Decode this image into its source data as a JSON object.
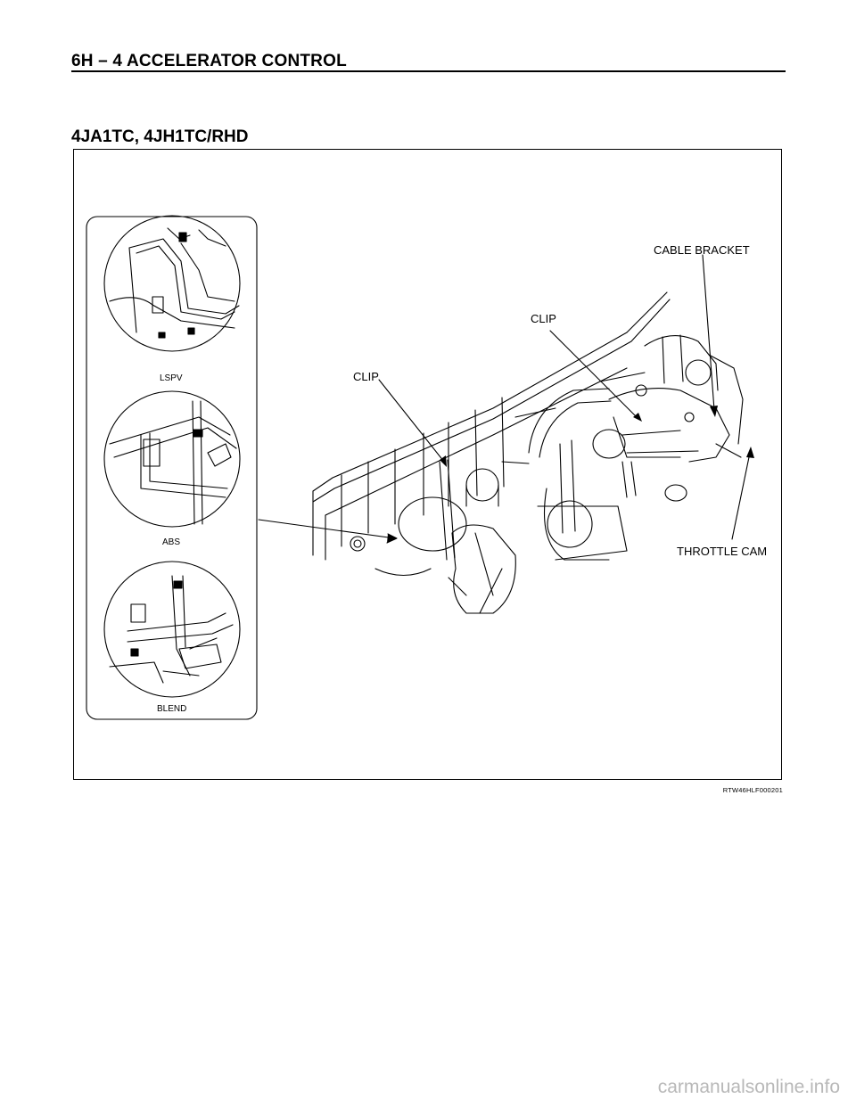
{
  "header": {
    "title": "6H – 4   ACCELERATOR CONTROL"
  },
  "section": {
    "title": "4JA1TC, 4JH1TC/RHD"
  },
  "figure": {
    "callouts": {
      "cable_bracket": "CABLE BRACKET",
      "clip_upper": "CLIP",
      "clip_lower": "CLIP",
      "throttle_cam": "THROTTLE CAM"
    },
    "insets": [
      "LSPV",
      "ABS",
      "BLEND"
    ],
    "code": "RTW46HLF000201"
  },
  "watermark": {
    "text": "carmanualsonline.info"
  }
}
